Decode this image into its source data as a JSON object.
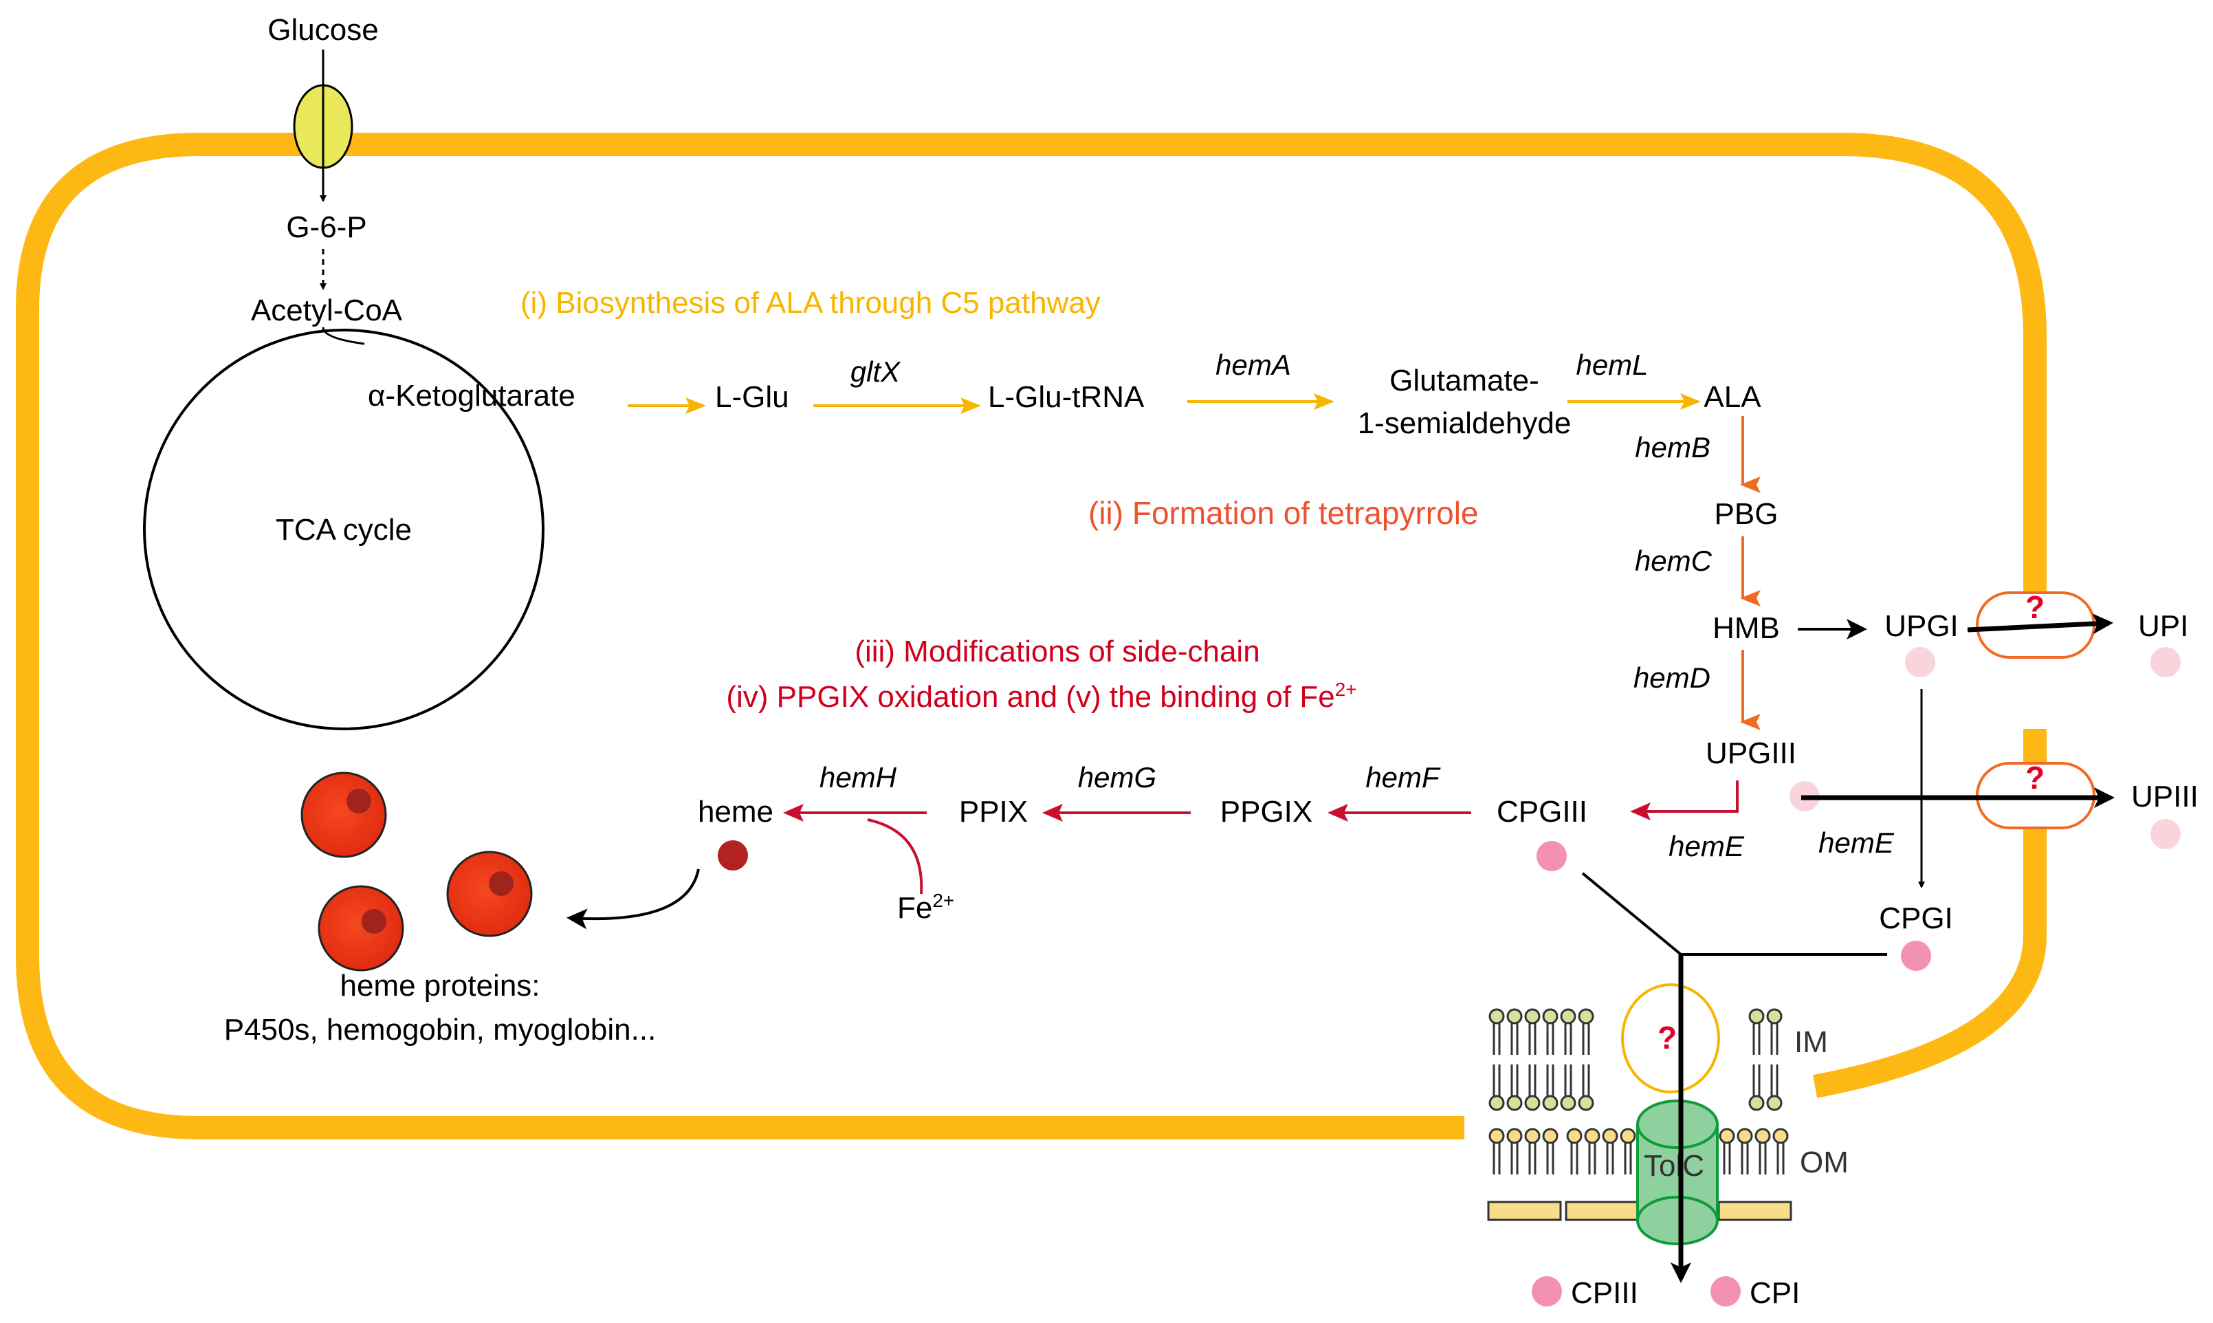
{
  "colors": {
    "cell_wall": "#FDB813",
    "stage1": "#F7B500",
    "stage2": "#F26A21",
    "stage3": "#C8102E",
    "question": "#E0002A",
    "transporter_outline": "#F26A21",
    "tolc": "#8FD19E",
    "lipid_head_im": "#D6E19A",
    "lipid_head_om": "#F7DD8A",
    "pink_dot": "#F391B0",
    "light_dot": "#F9D4DC",
    "heme_dot": "#B22222",
    "heme_protein": "#F03A1E"
  },
  "uptake": {
    "glucose": "Glucose",
    "g6p": "G-6-P",
    "acetyl_coa": "Acetyl-CoA",
    "akg": "α-Ketoglutarate",
    "tca": "TCA cycle"
  },
  "stages": {
    "s1": "(i) Biosynthesis of ALA through C5 pathway",
    "s2": "(ii) Formation of tetrapyrrole",
    "s3": "(iii) Modifications of side-chain",
    "s4_prefix": "(iv) PPGIX oxidation and (v) the binding of Fe",
    "s4_sup": "2+"
  },
  "metabolites": {
    "lglu": "L-Glu",
    "lglu_trna": "L-Glu-tRNA",
    "gsa_line1": "Glutamate-",
    "gsa_line2": "1-semialdehyde",
    "ala": "ALA",
    "pbg": "PBG",
    "hmb": "HMB",
    "upgi": "UPGI",
    "upi": "UPI",
    "upgiii": "UPGIII",
    "upiii": "UPIII",
    "cpgiii": "CPGIII",
    "cpgi": "CPGI",
    "ppgix": "PPGIX",
    "ppix": "PPIX",
    "heme": "heme",
    "fe": "Fe",
    "fe_sup": "2+",
    "cpiii": "CPIII",
    "cpi": "CPI"
  },
  "genes": {
    "gltx": "gltX",
    "hema": "hemA",
    "heml": "hemL",
    "hemb": "hemB",
    "hemc": "hemC",
    "hemd": "hemD",
    "heme_upgiii": "hemE",
    "heme_upgi": "hemE",
    "hemf": "hemF",
    "hemg": "hemG",
    "hemh": "hemH"
  },
  "heme_proteins": {
    "line1": "heme proteins:",
    "line2": "P450s, hemogobin, myoglobin..."
  },
  "membrane": {
    "im": "IM",
    "om": "OM",
    "tolc": "TolC"
  },
  "unknown_marker": "?"
}
